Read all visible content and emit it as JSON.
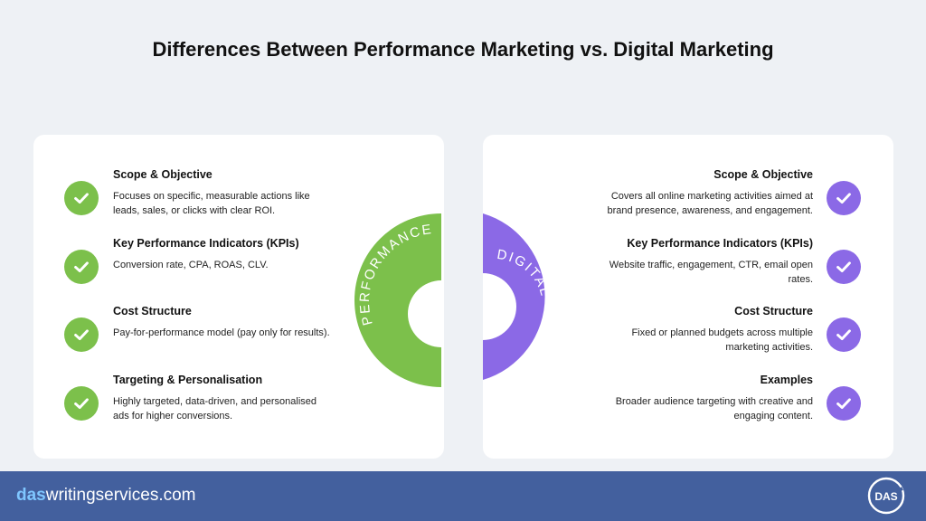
{
  "title": "Differences Between Performance Marketing vs. Digital Marketing",
  "colors": {
    "performance": "#7cc04b",
    "digital": "#8b69e6",
    "footer": "#43609e"
  },
  "performance": {
    "ring_label": "PERFORMANCE",
    "items": [
      {
        "heading": "Scope & Objective",
        "desc": "Focuses on specific, measurable actions like leads, sales, or clicks with clear ROI."
      },
      {
        "heading": "Key Performance Indicators (KPIs)",
        "desc": "Conversion rate, CPA, ROAS, CLV."
      },
      {
        "heading": "Cost Structure",
        "desc": "Pay-for-performance model (pay only for results)."
      },
      {
        "heading": "Targeting & Personalisation",
        "desc": "Highly targeted, data-driven, and personalised ads for higher conversions."
      }
    ]
  },
  "digital": {
    "ring_label": "DIGITAL",
    "items": [
      {
        "heading": "Scope & Objective",
        "desc": "Covers all online marketing activities aimed at brand presence, awareness, and engagement."
      },
      {
        "heading": "Key Performance Indicators (KPIs)",
        "desc": "Website traffic, engagement, CTR, email open rates."
      },
      {
        "heading": "Cost Structure",
        "desc": "Fixed or planned budgets across multiple marketing activities."
      },
      {
        "heading": "Examples",
        "desc": "Broader audience targeting with creative and engaging content."
      }
    ]
  },
  "footer": {
    "brand_accent": "das",
    "brand_rest": "writingservices.com",
    "logo_text": "DAS"
  },
  "icons": {
    "check": "check-icon",
    "logo": "das-logo-icon"
  }
}
